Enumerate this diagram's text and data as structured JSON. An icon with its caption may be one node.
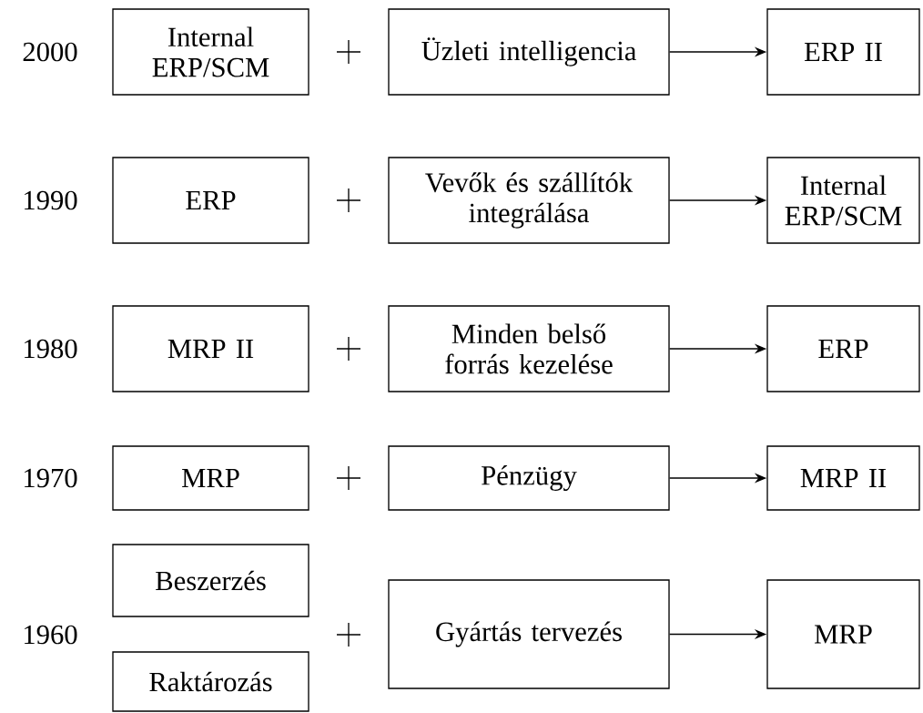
{
  "diagram": {
    "nodes": [
      {
        "text": [
          "Internal ERP/SCM"
        ]
      },
      {
        "text": [
          "Üzleti intelligencia"
        ]
      },
      {
        "text": [
          "ERP II"
        ]
      },
      {
        "text": [
          "ERP"
        ]
      },
      {
        "text": [
          "Vevők és szállítók integrálása"
        ]
      },
      {
        "text": [
          "Internal ERP/SCM"
        ]
      },
      {
        "text": [
          "MRP II"
        ]
      },
      {
        "text": [
          "Minden belső forrás kezelése"
        ]
      },
      {
        "text": [
          "ERP"
        ]
      },
      {
        "text": [
          "MRP"
        ]
      },
      {
        "text": [
          "Pénzügy"
        ]
      },
      {
        "text": [
          "MRP II"
        ]
      },
      {
        "text": [
          "Beszerzés"
        ]
      },
      {
        "text": [
          "Raktározás"
        ]
      },
      {
        "text": [
          "Gyártás tervezés"
        ]
      },
      {
        "text": [
          "MRP"
        ]
      }
    ],
    "edges": [
      {
        "from": 1,
        "to": 2,
        "arrow": "to"
      },
      {
        "from": 4,
        "to": 5,
        "arrow": "to"
      },
      {
        "from": 7,
        "to": 8,
        "arrow": "to"
      },
      {
        "from": 10,
        "to": 11,
        "arrow": "to"
      },
      {
        "from": 14,
        "to": 15,
        "arrow": "to"
      }
    ],
    "labels": [
      "2000",
      "1990",
      "1980",
      "1970",
      "1960"
    ]
  }
}
